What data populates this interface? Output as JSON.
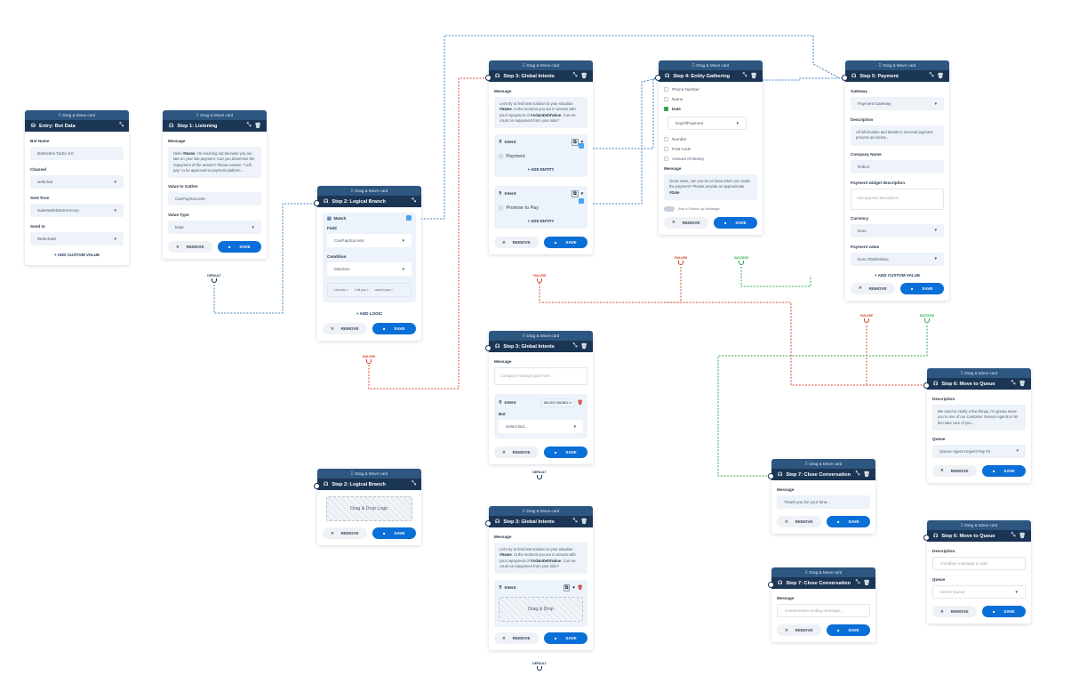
{
  "drag_label": "Drag & Move card",
  "remove_label": "REMOVE",
  "save_label": "SAVE",
  "failure_label": "FAILURE",
  "success_label": "SUCCESS",
  "default_label": "DEFAULT",
  "colors": {
    "header": "#1b3554",
    "drag_bar": "#2d5680",
    "save": "#0a6fd6",
    "failure": "#d8442d",
    "success": "#2ea84e",
    "link_blue": "#3f7fc0"
  },
  "entry": {
    "title": "Entry: Bot Data",
    "bot_name_label": "Bot Name",
    "bot_name": "BotHelms Turbo 3.0",
    "channel_label": "Channel",
    "channel": "webchat",
    "sent_from_label": "Sent from",
    "sent_from": "SalesWebloDemoCorp",
    "send_to_label": "Send to",
    "send_to": "Webchatis",
    "add_custom": "ADD CUSTOM VALUE"
  },
  "listening": {
    "title": "Step 1: Listening",
    "message_label": "Message",
    "message_pre": "Hello ",
    "message_var": "#Name",
    "message_post": ", I'm reaching out because you are late on your last payment. Can you determine the repayment of the arrears? Please answer \"I will pay\" to be approved to payment platform...",
    "gather_label": "Value to Gather",
    "gather": "CanPaySuccess",
    "type_label": "Value Type",
    "type": "Date"
  },
  "branch1": {
    "title": "Step 2: Logical Branch",
    "match_label": "Match",
    "field_label": "Field",
    "field": "CanPaySuccess",
    "condition_label": "Condition",
    "condition": "Matches",
    "chips": [
      "I can pay ×",
      "I will pay ×",
      "want to pay ×"
    ],
    "add_logic": "ADD LOGIC"
  },
  "branch2": {
    "title": "Step 2: Logical Branch",
    "drop": "Drag & Drop Logic"
  },
  "intents1": {
    "title": "Step 3: Global Intents",
    "message_label": "Message",
    "msg_a": "Let's try to find best solution to your situation ",
    "msg_var1": "#Name",
    "msg_b": ". At the moment you are in arrears with your repayment of ",
    "msg_var2": "#AdamDebtValue",
    "msg_c": ". Can we count on repayment from your side?",
    "intent_label": "Intent",
    "intent1": "Payment",
    "intent2": "Promise to Pay",
    "add_entity": "ADD ENTITY"
  },
  "intents2": {
    "title": "Step 3: Global Intents",
    "message_label": "Message",
    "placeholder": "Company message goes here...",
    "intent_label": "Intent",
    "model": "SELECT MODEL",
    "bot_label": "Bot",
    "bot_placeholder": "Select Bot..."
  },
  "intents3": {
    "title": "Step 3: Global Intents",
    "message_label": "Message",
    "intent_label": "Intent",
    "drop": "Drag & Drop"
  },
  "entity": {
    "title": "Step 4: Entity Gathering",
    "options": [
      "Phone Number",
      "Name",
      "Date"
    ],
    "date_select": "DayOfPayment",
    "options2": [
      "Number",
      "Post Code",
      "Amount of Money"
    ],
    "message_label": "Message",
    "msg_a": "Great news, can you let us know when you make the payment? Please provide an approximate ",
    "msg_var": "#Date",
    "followup": "Add a Follow Up Message",
    "toggle": "OFF"
  },
  "payment": {
    "title": "Step 5: Payment",
    "gateway_label": "Gateway",
    "gateway": "Payment Gateway",
    "desc_label": "Description",
    "desc": "All information and details to succeed payment process are below...",
    "company_label": "Company Name",
    "company": "Robco",
    "widget_label": "Payment widget description",
    "widget_ph": "Add payment description...",
    "currency_label": "Currency",
    "currency": "Euro",
    "value_label": "Payment value",
    "value": "Euro #DebtValue",
    "add_custom": "ADD CUSTOM VALUE"
  },
  "queue1": {
    "title": "Step 6: Move to Queue",
    "desc_label": "Description",
    "desc": "We need to clarify a few things, I'm gonna move you to one of our Customer Service Agents to let him take care of you...",
    "queue_label": "Queue",
    "queue": "Queue Agent Urgent Pay #1"
  },
  "queue2": {
    "title": "Step 6: Move to Queue",
    "desc_label": "Description",
    "desc_ph": "Goodbye message to add...",
    "queue_label": "Queue",
    "queue_ph": "Select Queue"
  },
  "close1": {
    "title": "Step 7: Close Conversation",
    "message_label": "Message",
    "message": "Thank you for your time..."
  },
  "close2": {
    "title": "Step 7: Close Conversation",
    "message_label": "Message",
    "message_ph": "Conversation ending message..."
  }
}
